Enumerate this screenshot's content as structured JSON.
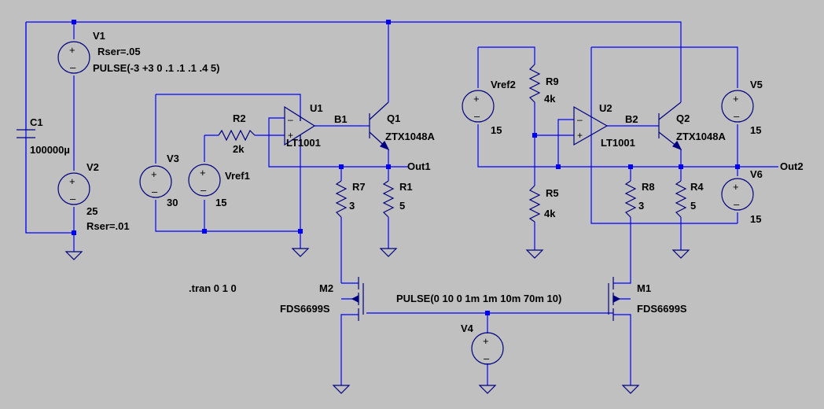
{
  "components": {
    "V1": {
      "name": "V1",
      "attr1": "Rser=.05",
      "attr2": "PULSE(-3 +3 0 .1 .1 .1 .4 5)"
    },
    "C1": {
      "name": "C1",
      "value": "100000µ"
    },
    "V2": {
      "name": "V2",
      "value": "25",
      "attr1": "Rser=.01"
    },
    "V3": {
      "name": "V3",
      "value": "30"
    },
    "Vref1": {
      "name": "Vref1",
      "value": "15"
    },
    "R2": {
      "name": "R2",
      "value": "2k"
    },
    "U1": {
      "name": "U1",
      "value": "LT1001"
    },
    "Q1": {
      "name": "Q1",
      "value": "ZTX1048A"
    },
    "R7": {
      "name": "R7",
      "value": "3"
    },
    "R1": {
      "name": "R1",
      "value": "5"
    },
    "M2": {
      "name": "M2",
      "value": "FDS6699S"
    },
    "M1": {
      "name": "M1",
      "value": "FDS6699S"
    },
    "V4": {
      "name": "V4",
      "value": "PULSE(0 10 0 1m 1m 10m 70m 10)"
    },
    "Vref2": {
      "name": "Vref2",
      "value": "15"
    },
    "R9": {
      "name": "R9",
      "value": "4k"
    },
    "R5": {
      "name": "R5",
      "value": "4k"
    },
    "U2": {
      "name": "U2",
      "value": "LT1001"
    },
    "Q2": {
      "name": "Q2",
      "value": "ZTX1048A"
    },
    "R8": {
      "name": "R8",
      "value": "3"
    },
    "R4": {
      "name": "R4",
      "value": "5"
    },
    "V5": {
      "name": "V5",
      "value": "15"
    },
    "V6": {
      "name": "V6",
      "value": "15"
    }
  },
  "nets": {
    "B1": "B1",
    "B2": "B2",
    "out1": "Out1",
    "out2": "Out2"
  },
  "directive": ".tran 0 1 0"
}
